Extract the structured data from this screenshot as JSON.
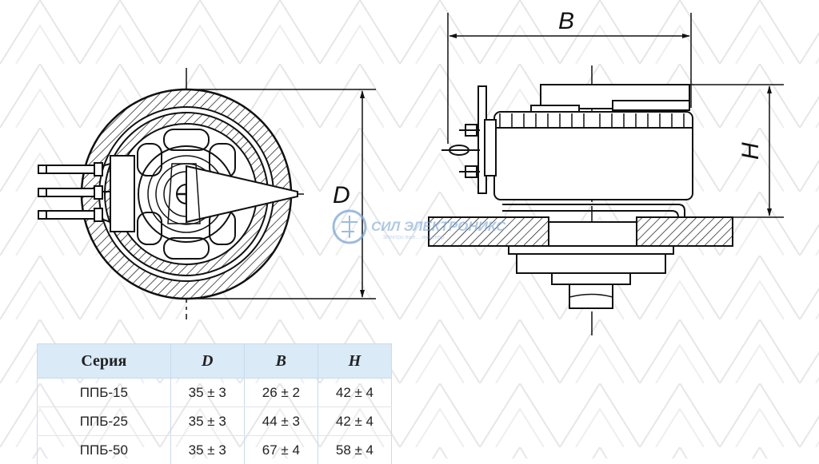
{
  "drawing": {
    "dimension_labels": {
      "D": "D",
      "B": "B",
      "H": "H"
    }
  },
  "watermark": {
    "brand": "СИЛ ЭЛЕКТРОНИКС",
    "subtitle": "Электро вые... инженер"
  },
  "table": {
    "headers": [
      "Серия",
      "D",
      "B",
      "H"
    ],
    "rows": [
      [
        "ППБ-15",
        "35 ± 3",
        "26 ± 2",
        "42 ± 4"
      ],
      [
        "ППБ-25",
        "35 ± 3",
        "44 ± 3",
        "42 ± 4"
      ],
      [
        "ППБ-50",
        "35 ± 3",
        "67 ± 4",
        "58 ± 4"
      ]
    ]
  },
  "colors": {
    "header_bg": "#daeaf7",
    "watermark": "#7aa6d8",
    "pattern": "#e6e6e6"
  }
}
